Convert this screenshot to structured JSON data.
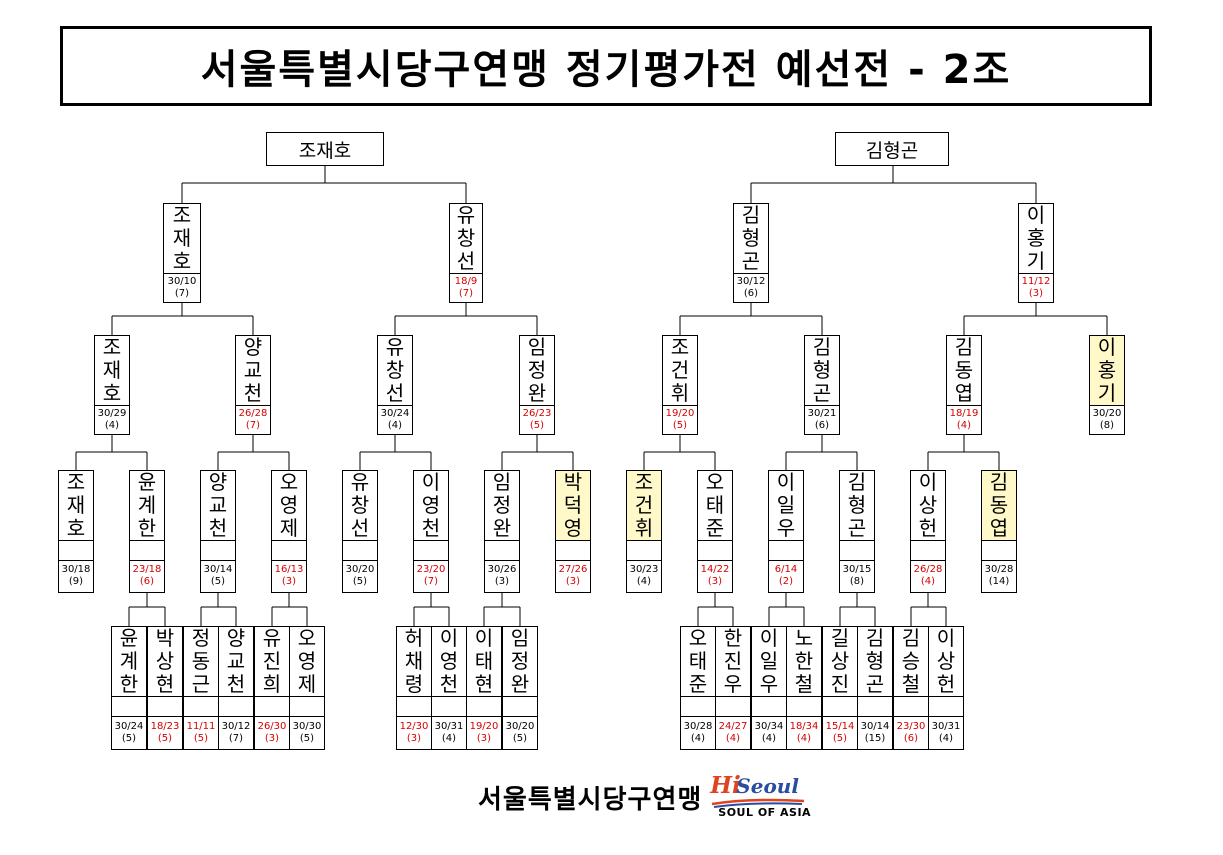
{
  "title": "서울특별시당구연맹 정기평가전 예선전 - 2조",
  "champions": {
    "left": "조재호",
    "right": "김형곤"
  },
  "nodes": {
    "r1_a": {
      "name": "조재호",
      "score": "30/10",
      "rank": "(7)",
      "red": false,
      "hl": false
    },
    "r1_b": {
      "name": "유창선",
      "score": "18/9",
      "rank": "(7)",
      "red": true,
      "hl": false
    },
    "r1_c": {
      "name": "김형곤",
      "score": "30/12",
      "rank": "(6)",
      "red": false,
      "hl": false
    },
    "r1_d": {
      "name": "이홍기",
      "score": "11/12",
      "rank": "(3)",
      "red": true,
      "hl": false
    },
    "r2_1": {
      "name": "조재호",
      "score": "30/29",
      "rank": "(4)",
      "red": false,
      "hl": false
    },
    "r2_2": {
      "name": "양교천",
      "score": "26/28",
      "rank": "(7)",
      "red": true,
      "hl": false
    },
    "r2_3": {
      "name": "유창선",
      "score": "30/24",
      "rank": "(4)",
      "red": false,
      "hl": false
    },
    "r2_4": {
      "name": "임정완",
      "score": "26/23",
      "rank": "(5)",
      "red": true,
      "hl": false
    },
    "r2_5": {
      "name": "조건휘",
      "score": "19/20",
      "rank": "(5)",
      "red": true,
      "hl": false
    },
    "r2_6": {
      "name": "김형곤",
      "score": "30/21",
      "rank": "(6)",
      "red": false,
      "hl": false
    },
    "r2_7": {
      "name": "김동엽",
      "score": "18/19",
      "rank": "(4)",
      "red": true,
      "hl": false
    },
    "r2_8": {
      "name": "이홍기",
      "score": "30/20",
      "rank": "(8)",
      "red": false,
      "hl": true
    },
    "r3_1": {
      "name": "조재호",
      "score": "30/18",
      "rank": "(9)",
      "red": false,
      "hl": false
    },
    "r3_2": {
      "name": "윤계한",
      "score": "23/18",
      "rank": "(6)",
      "red": true,
      "hl": false
    },
    "r3_3": {
      "name": "양교천",
      "score": "30/14",
      "rank": "(5)",
      "red": false,
      "hl": false
    },
    "r3_4": {
      "name": "오영제",
      "score": "16/13",
      "rank": "(3)",
      "red": true,
      "hl": false
    },
    "r3_5": {
      "name": "유창선",
      "score": "30/20",
      "rank": "(5)",
      "red": false,
      "hl": false
    },
    "r3_6": {
      "name": "이영천",
      "score": "23/20",
      "rank": "(7)",
      "red": true,
      "hl": false
    },
    "r3_7": {
      "name": "임정완",
      "score": "30/26",
      "rank": "(3)",
      "red": false,
      "hl": false
    },
    "r3_8": {
      "name": "박덕영",
      "score": "27/26",
      "rank": "(3)",
      "red": true,
      "hl": true
    },
    "r3_9": {
      "name": "조건휘",
      "score": "30/23",
      "rank": "(4)",
      "red": false,
      "hl": true
    },
    "r3_10": {
      "name": "오태준",
      "score": "14/22",
      "rank": "(3)",
      "red": true,
      "hl": false
    },
    "r3_11": {
      "name": "이일우",
      "score": "6/14",
      "rank": "(2)",
      "red": true,
      "hl": false
    },
    "r3_12": {
      "name": "김형곤",
      "score": "30/15",
      "rank": "(8)",
      "red": false,
      "hl": false
    },
    "r3_13": {
      "name": "이상헌",
      "score": "26/28",
      "rank": "(4)",
      "red": true,
      "hl": false
    },
    "r3_14": {
      "name": "김동엽",
      "score": "30/28",
      "rank": "(14)",
      "red": false,
      "hl": true
    },
    "r4_1": {
      "name": "윤계한",
      "score": "30/24",
      "rank": "(5)",
      "red": false,
      "hl": false
    },
    "r4_2": {
      "name": "박상현",
      "score": "18/23",
      "rank": "(5)",
      "red": true,
      "hl": false
    },
    "r4_3": {
      "name": "정동근",
      "score": "11/11",
      "rank": "(5)",
      "red": true,
      "hl": false
    },
    "r4_4": {
      "name": "양교천",
      "score": "30/12",
      "rank": "(7)",
      "red": false,
      "hl": false
    },
    "r4_5": {
      "name": "유진희",
      "score": "26/30",
      "rank": "(3)",
      "red": true,
      "hl": false
    },
    "r4_6": {
      "name": "오영제",
      "score": "30/30",
      "rank": "(5)",
      "red": false,
      "hl": false
    },
    "r4_7": {
      "name": "허채령",
      "score": "12/30",
      "rank": "(3)",
      "red": true,
      "hl": false
    },
    "r4_8": {
      "name": "이영천",
      "score": "30/31",
      "rank": "(4)",
      "red": false,
      "hl": false
    },
    "r4_9": {
      "name": "이태현",
      "score": "19/20",
      "rank": "(3)",
      "red": true,
      "hl": false
    },
    "r4_10": {
      "name": "임정완",
      "score": "30/20",
      "rank": "(5)",
      "red": false,
      "hl": false
    },
    "r4_11": {
      "name": "오태준",
      "score": "30/28",
      "rank": "(4)",
      "red": false,
      "hl": false
    },
    "r4_12": {
      "name": "한진우",
      "score": "24/27",
      "rank": "(4)",
      "red": true,
      "hl": false
    },
    "r4_13": {
      "name": "이일우",
      "score": "30/34",
      "rank": "(4)",
      "red": false,
      "hl": false
    },
    "r4_14": {
      "name": "노한철",
      "score": "18/34",
      "rank": "(4)",
      "red": true,
      "hl": false
    },
    "r4_15": {
      "name": "길상진",
      "score": "15/14",
      "rank": "(5)",
      "red": true,
      "hl": false
    },
    "r4_16": {
      "name": "김형곤",
      "score": "30/14",
      "rank": "(15)",
      "red": false,
      "hl": false
    },
    "r4_17": {
      "name": "김승철",
      "score": "23/30",
      "rank": "(6)",
      "red": true,
      "hl": false
    },
    "r4_18": {
      "name": "이상헌",
      "score": "30/31",
      "rank": "(4)",
      "red": false,
      "hl": false
    }
  },
  "footer": {
    "org": "서울특별시당구연맹",
    "logo_hi": "Hi",
    "logo_seoul": "Seoul",
    "logo_tagline": "SOUL OF ASIA"
  },
  "colors": {
    "loser_score": "#d40000",
    "highlight": "#fff8c8",
    "logo_red": "#e0431f",
    "logo_blue": "#2a4da0"
  }
}
